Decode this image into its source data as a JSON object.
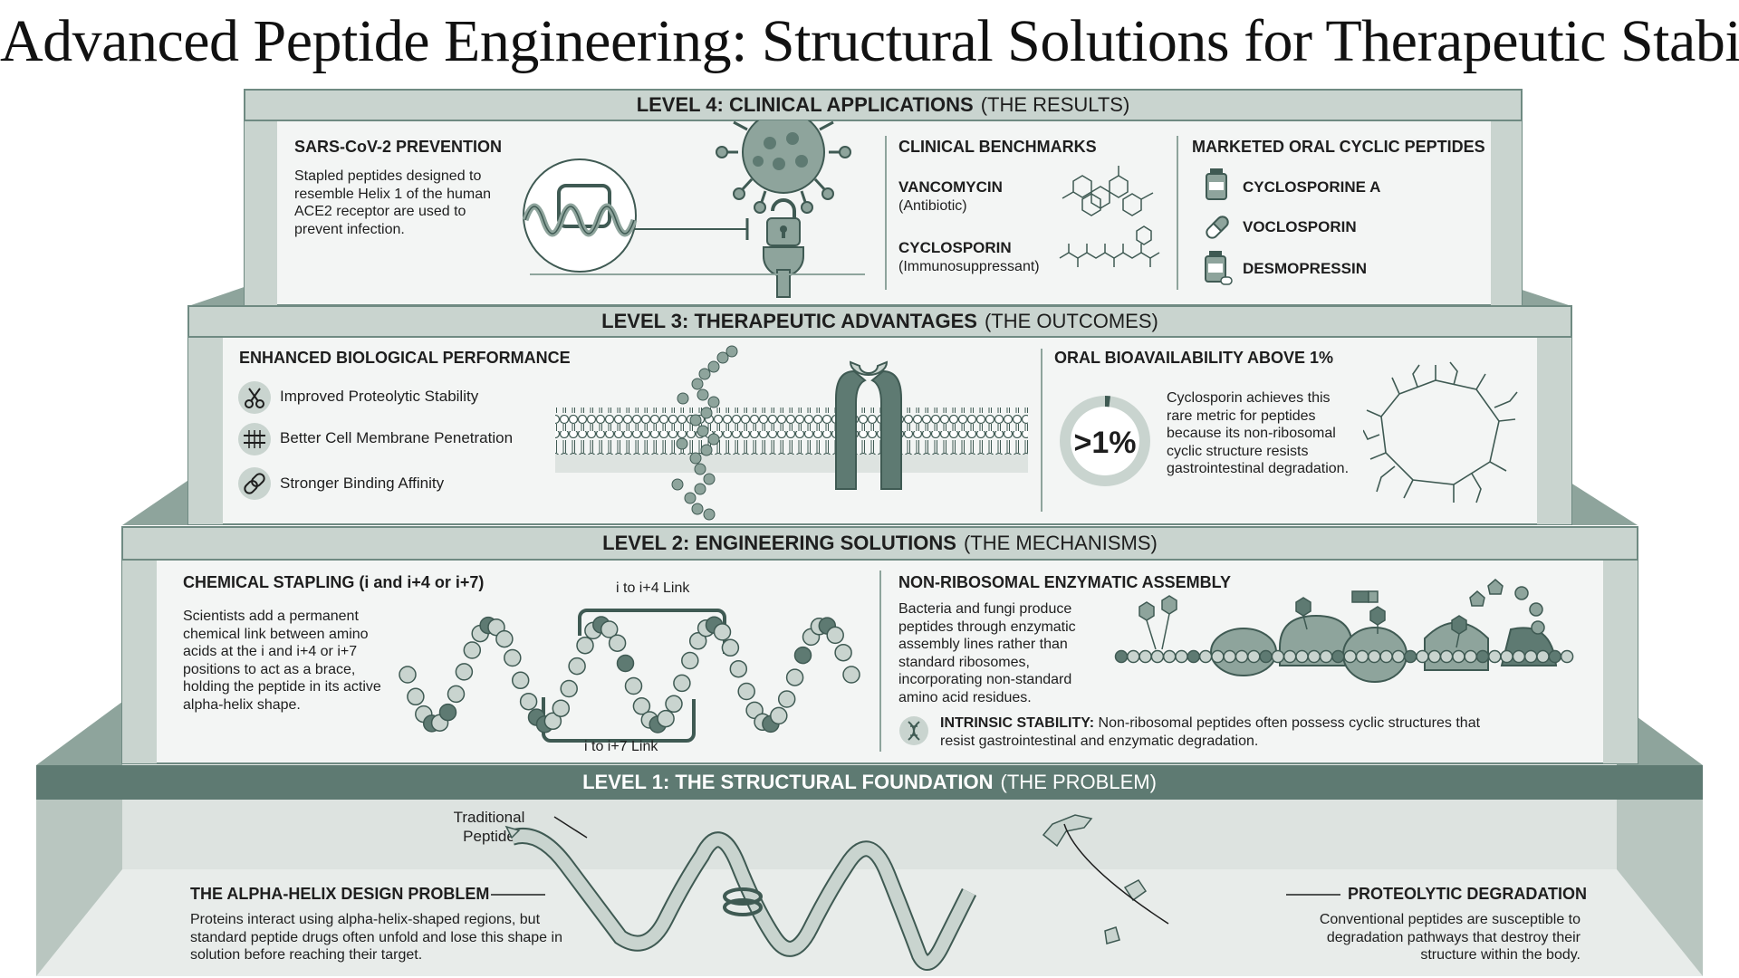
{
  "title": "Advanced Peptide Engineering: Structural Solutions for Therapeutic Stability",
  "colors": {
    "dark": "#5e7a72",
    "mid": "#8ea49c",
    "light": "#c9d4cf",
    "panel": "#f3f5f4",
    "accent": "#3f5a53"
  },
  "level4": {
    "band": "LEVEL 4: CLINICAL APPLICATIONS",
    "band_paren": "(THE RESULTS)",
    "sars": {
      "heading": "SARS-CoV-2 PREVENTION",
      "text": "Stapled peptides designed to resemble Helix 1 of the human ACE2 receptor are used to prevent infection.",
      "icons": [
        "virus-icon",
        "lock-icon",
        "stapled-helix-icon"
      ]
    },
    "benchmarks": {
      "heading": "CLINICAL BENCHMARKS",
      "items": [
        {
          "name": "VANCOMYCIN",
          "role": "(Antibiotic)"
        },
        {
          "name": "CYCLOSPORIN",
          "role": "(Immunosuppressant)"
        }
      ]
    },
    "marketed": {
      "heading": "MARKETED ORAL CYCLIC PEPTIDES",
      "items": [
        {
          "name": "CYCLOSPORINE A",
          "icon": "medicine-bottle-icon"
        },
        {
          "name": "VOCLOSPORIN",
          "icon": "capsule-icon"
        },
        {
          "name": "DESMOPRESSIN",
          "icon": "pill-bottle-icon"
        }
      ]
    }
  },
  "level3": {
    "band": "LEVEL 3: THERAPEUTIC ADVANTAGES",
    "band_paren": "(THE OUTCOMES)",
    "performance": {
      "heading": "ENHANCED BIOLOGICAL PERFORMANCE",
      "items": [
        {
          "label": "Improved Proteolytic Stability",
          "icon": "scissors-icon"
        },
        {
          "label": "Better Cell Membrane Penetration",
          "icon": "membrane-icon"
        },
        {
          "label": "Stronger Binding Affinity",
          "icon": "link-icon"
        }
      ]
    },
    "oral": {
      "heading": "ORAL BIOAVAILABILITY ABOVE 1%",
      "metric": ">1%",
      "text": "Cyclosporin achieves this rare metric for peptides because its non-ribosomal cyclic structure resists gastrointestinal degradation."
    }
  },
  "level2": {
    "band": "LEVEL 2: ENGINEERING SOLUTIONS",
    "band_paren": "(THE MECHANISMS)",
    "stapling": {
      "heading": "CHEMICAL STAPLING (i and i+4 or i+7)",
      "text": "Scientists add a permanent chemical link between amino acids at the i and i+4 or i+7 positions to act as a brace, holding the peptide in its active alpha-helix shape.",
      "link_top": "i to i+4 Link",
      "link_bottom": "i to i+7 Link"
    },
    "nonribosomal": {
      "heading": "NON-RIBOSOMAL ENZYMATIC ASSEMBLY",
      "text": "Bacteria and fungi produce peptides through enzymatic assembly lines rather than standard ribosomes, incorporating non-standard amino acid residues.",
      "stability_label": "INTRINSIC STABILITY:",
      "stability_text": "Non-ribosomal peptides often possess cyclic structures that resist gastrointestinal and enzymatic degradation."
    }
  },
  "level1": {
    "band": "LEVEL 1: THE STRUCTURAL FOUNDATION",
    "band_paren": "(THE PROBLEM)",
    "peptide_label_1": "Traditional",
    "peptide_label_2": "Peptide",
    "alpha": {
      "heading": "THE ALPHA-HELIX DESIGN PROBLEM",
      "text": "Proteins interact using alpha-helix-shaped regions, but standard peptide drugs often unfold and lose this shape in solution before reaching their target."
    },
    "degradation": {
      "heading": "PROTEOLYTIC DEGRADATION",
      "text": "Conventional peptides are susceptible to degradation pathways that destroy their structure within the body."
    }
  }
}
